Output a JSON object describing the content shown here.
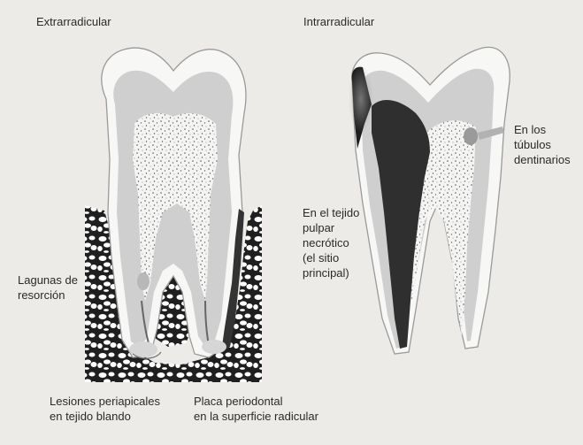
{
  "labels": {
    "extraradicular_title": "Extrarradicular",
    "intraradicular_title": "Intrarradicular",
    "resorption": "Lagunas de\nresorción",
    "periapical": "Lesiones periapicales\nen tejido blando",
    "plaque": "Placa periodontal\nen la superficie radicular",
    "pulp_tissue": "En el tejido\npulpar\nnecrótico\n(el sitio\nprincipal)",
    "tubules": "En los\ntúbulos\ndentinarios"
  },
  "colors": {
    "background": "#ecebe8",
    "enamel": "#f7f7f5",
    "dentin": "#cfcfcf",
    "pulp": "#f4f4f2",
    "bone": "#ffffff",
    "dark_infection": "#3a3a3a",
    "outline": "#8a8a8a"
  }
}
